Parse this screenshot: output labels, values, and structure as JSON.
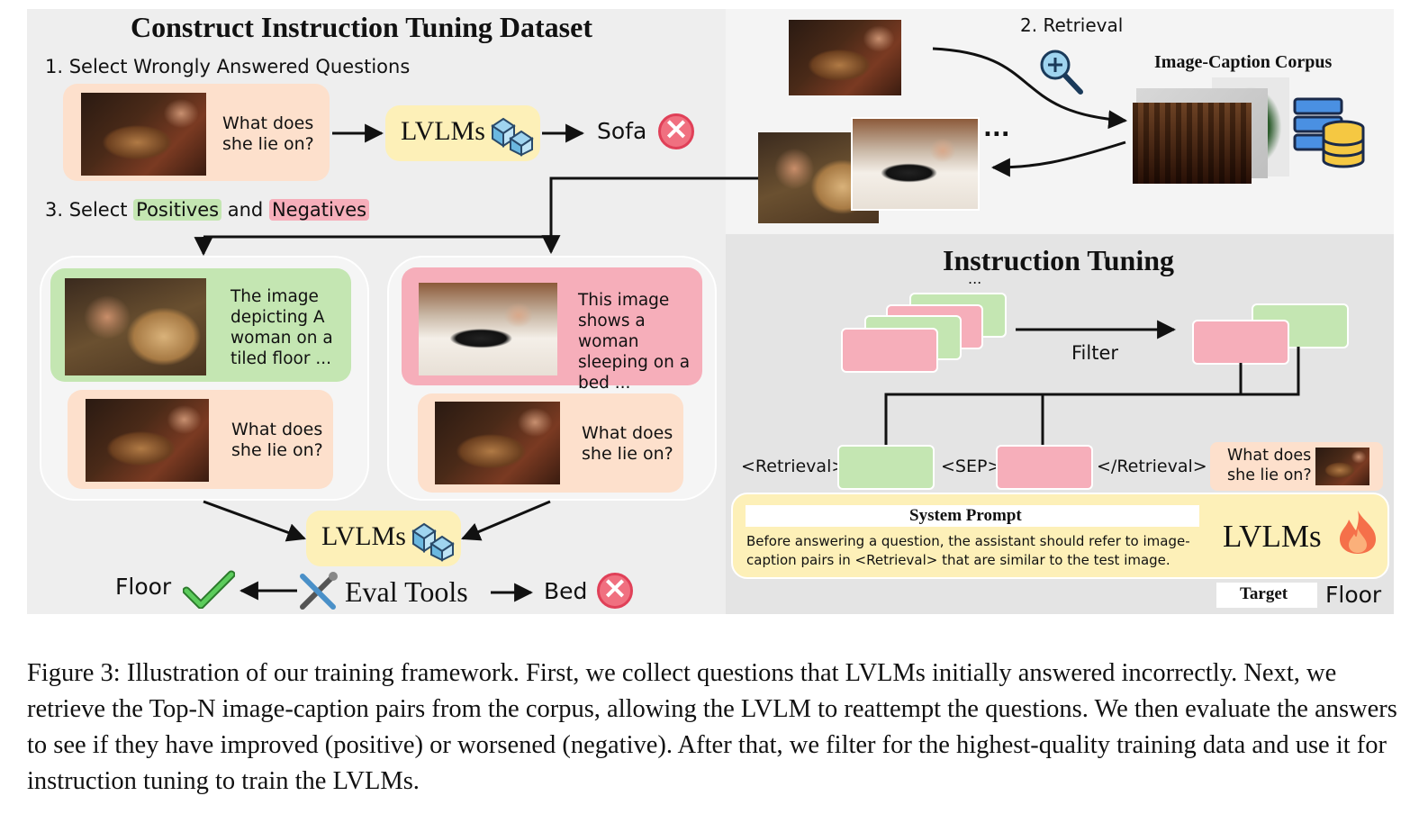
{
  "left_panel": {
    "title": "Construct Instruction Tuning Dataset",
    "step1": "1. Select Wrongly Answered Questions",
    "step3_prefix": "3. Select ",
    "step3_positives": "Positives",
    "step3_and": " and ",
    "step3_negatives": "Negatives",
    "question": "What does she lie on?",
    "lvlms": "LVLMs",
    "sofa": "Sofa",
    "positive_caption": "The image depicting A woman on a tiled floor ...",
    "negative_caption": "This image shows a woman sleeping on a bed ...",
    "floor": "Floor",
    "eval_tools": "Eval Tools",
    "bed": "Bed"
  },
  "top_right": {
    "retrieval": "2. Retrieval",
    "corpus": "Image-Caption Corpus",
    "ellipsis": "..."
  },
  "instruction_tuning": {
    "title": "Instruction Tuning",
    "ellipsis": "...",
    "filter": "Filter",
    "retrieval_open": "<Retrieval>",
    "sep": "<SEP>",
    "retrieval_close": "</Retrieval>",
    "question": "What does she lie on?",
    "system_prompt_title": "System Prompt",
    "system_prompt_text": "Before answering a question, the assistant should refer to image-caption pairs in <Retrieval> that are similar to the test image.",
    "lvlms": "LVLMs",
    "target_label": "Target",
    "target_value": "Floor"
  },
  "caption": "Figure 3: Illustration of our training framework. First, we collect questions that LVLMs initially answered incorrectly. Next, we retrieve the Top-N image-caption pairs from the corpus, allowing the LVLM to reattempt the questions. We then evaluate the answers to see if they have improved (positive) or worsened (negative). After that, we filter for the highest-quality training data and use it for instruction tuning to train the LVLMs.",
  "colors": {
    "positive_green": "#c4e6b2",
    "negative_pink": "#f6aeba",
    "question_peach": "#fde0cc",
    "model_yellow": "#fdf0b8",
    "wrong_red": "#f07080",
    "correct_green": "#4cc24c"
  },
  "icons": [
    "cube-icon",
    "cross-icon",
    "check-icon",
    "magnifier-icon",
    "database-icon",
    "tools-icon",
    "flame-icon"
  ]
}
